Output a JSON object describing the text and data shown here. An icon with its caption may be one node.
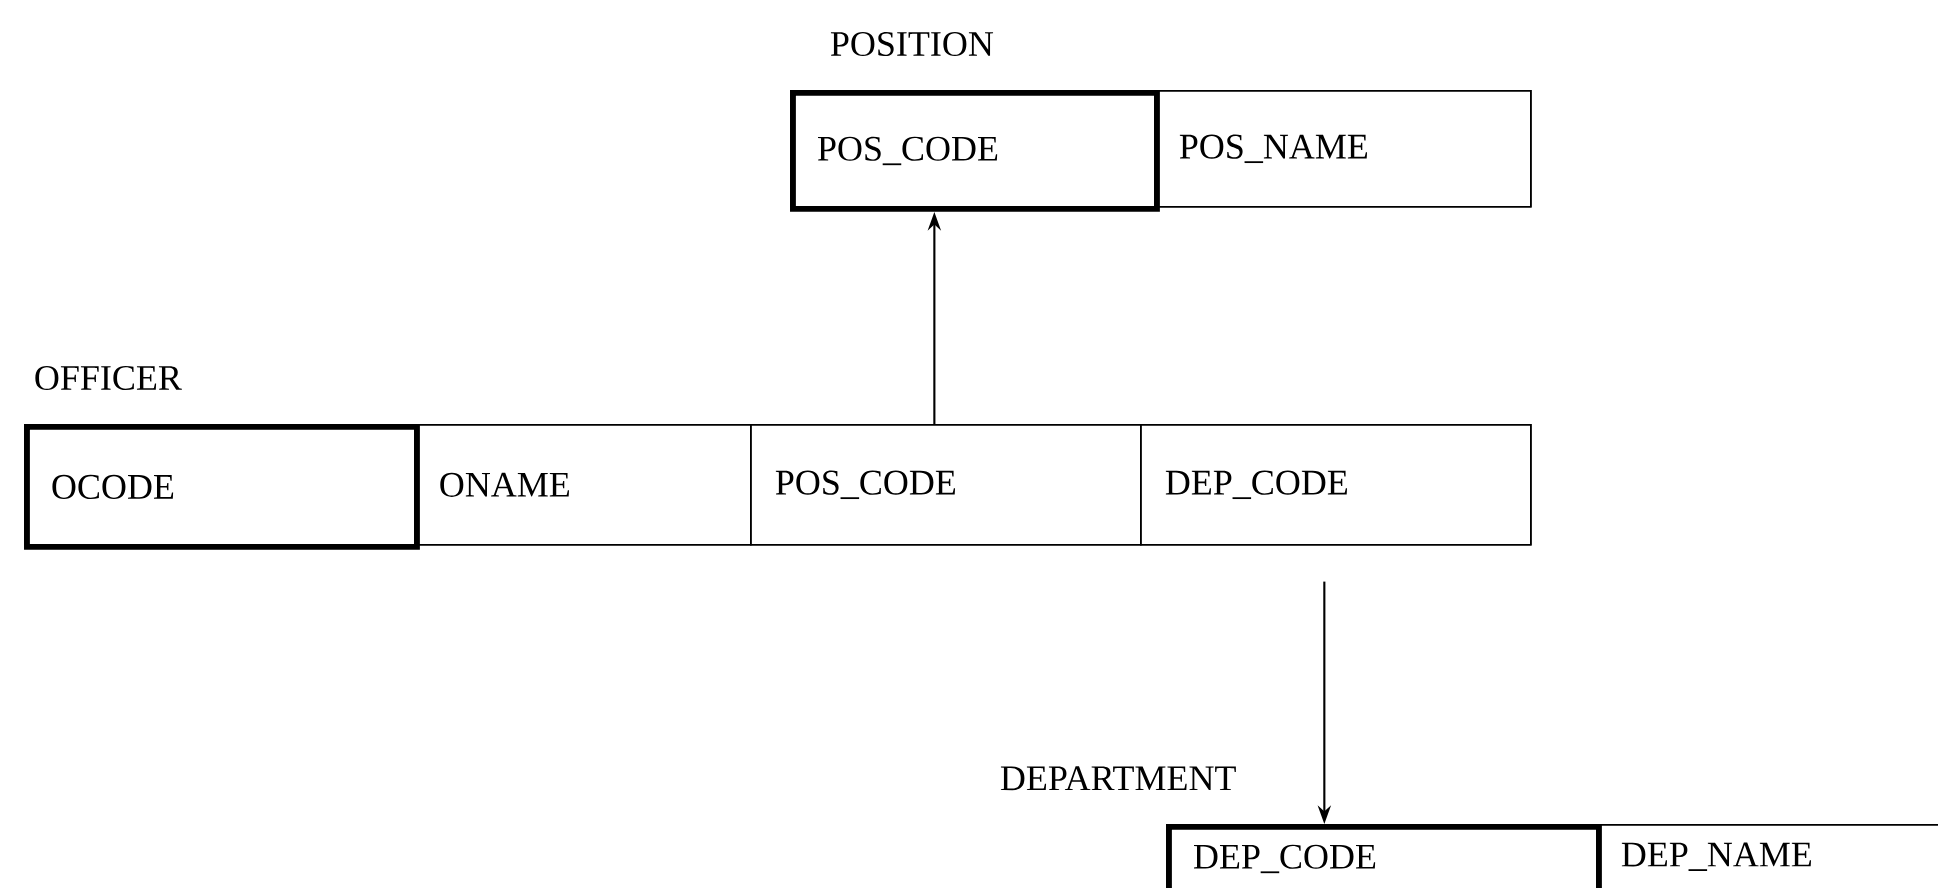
{
  "diagram": {
    "nodes": [
      {
        "text": [
          "POSITION"
        ]
      },
      {
        "text": [
          "POS_CODE"
        ],
        "in": 0
      },
      {
        "text": [
          "POS_NAME"
        ],
        "in": 0
      },
      {
        "text": [
          "OFFICER"
        ]
      },
      {
        "text": [
          "OCODE"
        ],
        "in": 3
      },
      {
        "text": [
          "ONAME"
        ],
        "in": 3
      },
      {
        "text": [
          "POS_CODE"
        ],
        "in": 3
      },
      {
        "text": [
          "DEP_CODE"
        ],
        "in": 3
      },
      {
        "text": [
          "DEPARTMENT"
        ]
      },
      {
        "text": [
          "DEP_CODE"
        ],
        "in": 8
      },
      {
        "text": [
          "DEP_NAME"
        ],
        "in": 8
      }
    ],
    "edges": [
      {
        "from": 6,
        "to": 1,
        "arrow": "to"
      },
      {
        "from": 7,
        "to": 9,
        "arrow": "to"
      }
    ]
  }
}
